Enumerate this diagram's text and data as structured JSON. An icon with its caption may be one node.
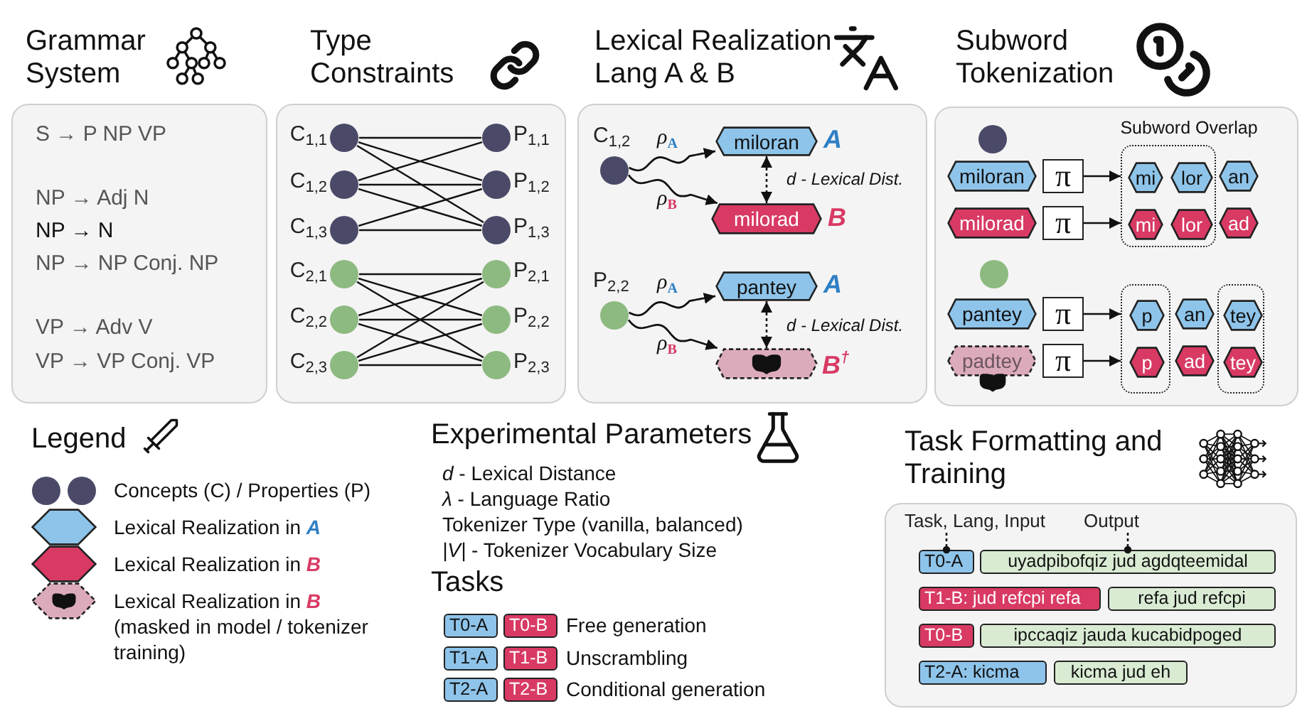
{
  "diagram": {
    "nodes": [
      {
        "text": [
          "Grammar System",
          "S → P NP VP",
          "NP → Adj N",
          "NP → N",
          "NP → NP Conj. NP",
          "VP → Adv V",
          "VP → VP Conj. VP"
        ]
      },
      {
        "text": [
          "Type Constraints"
        ]
      },
      {
        "text": [],
        "shape": "circle",
        "in": 1,
        "beside": [
          "C$_{1,1}$"
        ]
      },
      {
        "text": [],
        "shape": "circle",
        "in": 1,
        "beside": [
          "C$_{1,2}$"
        ]
      },
      {
        "text": [],
        "shape": "circle",
        "in": 1,
        "beside": [
          "C$_{1,3}$"
        ]
      },
      {
        "text": [],
        "shape": "circle",
        "in": 1,
        "beside": [
          "C$_{2,1}$"
        ]
      },
      {
        "text": [],
        "shape": "circle",
        "in": 1,
        "beside": [
          "C$_{2,2}$"
        ]
      },
      {
        "text": [],
        "shape": "circle",
        "in": 1,
        "beside": [
          "C$_{2,3}$"
        ]
      },
      {
        "text": [],
        "shape": "circle",
        "in": 1,
        "beside": [
          "P$_{1,1}$"
        ]
      },
      {
        "text": [],
        "shape": "circle",
        "in": 1,
        "beside": [
          "P$_{1,2}$"
        ]
      },
      {
        "text": [],
        "shape": "circle",
        "in": 1,
        "beside": [
          "P$_{1,3}$"
        ]
      },
      {
        "text": [],
        "shape": "circle",
        "in": 1,
        "beside": [
          "P$_{2,1}$"
        ]
      },
      {
        "text": [],
        "shape": "circle",
        "in": 1,
        "beside": [
          "P$_{2,2}$"
        ]
      },
      {
        "text": [],
        "shape": "circle",
        "in": 1,
        "beside": [
          "P$_{2,3}$"
        ]
      },
      {
        "text": [
          "Lexical Realization Lang A & B"
        ]
      },
      {
        "text": [],
        "shape": "circle",
        "in": 14,
        "beside": [
          "C$_{1,2}$"
        ]
      },
      {
        "text": [
          "miloran"
        ],
        "in": 14,
        "beside": [
          "A"
        ]
      },
      {
        "text": [
          "milorad"
        ],
        "in": 14,
        "beside": [
          "B"
        ]
      },
      {
        "text": [],
        "shape": "circle",
        "in": 14,
        "beside": [
          "P$_{2,2}$"
        ]
      },
      {
        "text": [
          "pantey"
        ],
        "in": 14,
        "beside": [
          "A"
        ]
      },
      {
        "text": [],
        "shape": "hexagon",
        "in": 14,
        "beside": [
          "B$^{†}$"
        ]
      },
      {
        "text": [
          "Subword Tokenization"
        ]
      },
      {
        "text": [],
        "shape": "circle",
        "in": 21
      },
      {
        "text": [
          "miloran"
        ],
        "in": 21
      },
      {
        "text": [
          "π"
        ],
        "in": 21
      },
      {
        "text": [],
        "shape": "box",
        "in": 21
      },
      {
        "text": [
          "mi"
        ],
        "in": 25
      },
      {
        "text": [
          "lor"
        ],
        "in": 25
      },
      {
        "text": [
          "an"
        ],
        "in": 21
      },
      {
        "text": [
          "milorad"
        ],
        "in": 21
      },
      {
        "text": [
          "π"
        ],
        "in": 21
      },
      {
        "text": [
          "mi"
        ],
        "in": 25
      },
      {
        "text": [
          "lor"
        ],
        "in": 25
      },
      {
        "text": [
          "ad"
        ],
        "in": 21
      },
      {
        "text": [],
        "shape": "circle",
        "in": 21
      },
      {
        "text": [
          "pantey"
        ],
        "in": 21
      },
      {
        "text": [
          "π"
        ],
        "in": 21
      },
      {
        "text": [],
        "shape": "box",
        "in": 21
      },
      {
        "text": [
          "p"
        ],
        "in": 37
      },
      {
        "text": [
          "an"
        ],
        "in": 21
      },
      {
        "text": [],
        "shape": "box",
        "in": 21
      },
      {
        "text": [
          "tey"
        ],
        "in": 40
      },
      {
        "text": [
          "padtey"
        ],
        "in": 21
      },
      {
        "text": [
          "π"
        ],
        "in": 21
      },
      {
        "text": [
          "p"
        ],
        "in": 37
      },
      {
        "text": [
          "ad"
        ],
        "in": 21
      },
      {
        "text": [
          "tey"
        ],
        "in": 40
      },
      {
        "text": [
          "T0-A"
        ]
      },
      {
        "text": [
          "T0-B"
        ]
      },
      {
        "text": [
          "T1-A"
        ]
      },
      {
        "text": [
          "T1-B"
        ]
      },
      {
        "text": [
          "T2-A"
        ]
      },
      {
        "text": [
          "T2-B"
        ]
      },
      {
        "text": [
          "Task Formatting and Training"
        ]
      },
      {
        "text": [
          "Task, Lang, Input"
        ],
        "in": 53
      },
      {
        "text": [
          "Output"
        ],
        "in": 53
      },
      {
        "text": [
          "T0-A"
        ],
        "in": 53
      },
      {
        "text": [
          "uyadpibofqiz jud agdqteemidal"
        ],
        "in": 53
      },
      {
        "text": [
          "T1-B: jud refcpi refa"
        ],
        "in": 53
      },
      {
        "text": [
          "refa jud refcpi"
        ],
        "in": 53
      },
      {
        "text": [
          "T0-B"
        ],
        "in": 53
      },
      {
        "text": [
          "ipccaqiz jauda kucabidpoged"
        ],
        "in": 53
      },
      {
        "text": [
          "T2-A: kicma"
        ],
        "in": 53
      },
      {
        "text": [
          "kicma jud eh"
        ],
        "in": 53
      }
    ],
    "edges": [
      {
        "from": 2,
        "to": 8,
        "arrow": "none"
      },
      {
        "from": 2,
        "to": 9,
        "arrow": "none"
      },
      {
        "from": 2,
        "to": 10,
        "arrow": "none"
      },
      {
        "from": 3,
        "to": 8,
        "arrow": "none"
      },
      {
        "from": 3,
        "to": 9,
        "arrow": "none"
      },
      {
        "from": 3,
        "to": 10,
        "arrow": "none"
      },
      {
        "from": 4,
        "to": 9,
        "arrow": "none"
      },
      {
        "from": 4,
        "to": 10,
        "arrow": "none"
      },
      {
        "from": 5,
        "to": 11,
        "arrow": "none"
      },
      {
        "from": 5,
        "to": 12,
        "arrow": "none"
      },
      {
        "from": 5,
        "to": 13,
        "arrow": "none"
      },
      {
        "from": 6,
        "to": 11,
        "arrow": "none"
      },
      {
        "from": 6,
        "to": 12,
        "arrow": "none"
      },
      {
        "from": 6,
        "to": 13,
        "arrow": "none"
      },
      {
        "from": 7,
        "to": 11,
        "arrow": "none"
      },
      {
        "from": 7,
        "to": 12,
        "arrow": "none"
      },
      {
        "from": 7,
        "to": 13,
        "arrow": "none"
      },
      {
        "from": 15,
        "to": 16,
        "arrow": "to",
        "label": "ρ$_{A}$"
      },
      {
        "from": 15,
        "to": 17,
        "arrow": "to",
        "label": "ρ$_{B}$"
      },
      {
        "from": 16,
        "to": 17,
        "arrow": "both",
        "style": "dashed",
        "label": "d - Lexical Dist."
      },
      {
        "from": 18,
        "to": 19,
        "arrow": "to",
        "label": "ρ$_{A}$"
      },
      {
        "from": 18,
        "to": 20,
        "arrow": "to",
        "label": "ρ$_{B}$"
      },
      {
        "from": 19,
        "to": 20,
        "arrow": "both",
        "style": "dashed",
        "label": "d - Lexical Dist."
      },
      {
        "from": 24,
        "to": 25,
        "arrow": "to"
      },
      {
        "from": 30,
        "to": 25,
        "arrow": "to"
      },
      {
        "from": 36,
        "to": 37,
        "arrow": "to"
      },
      {
        "from": 43,
        "to": 37,
        "arrow": "to"
      },
      {
        "from": 54,
        "to": 56,
        "arrow": "other",
        "style": "dashed"
      },
      {
        "from": 55,
        "to": 57,
        "arrow": "other",
        "style": "dashed"
      }
    ],
    "labels": [
      "Subword Overlap",
      "Legend",
      "Experimental Parameters",
      "*d* - Lexical Distance",
      "*λ* - Language Ratio",
      "Tokenizer Type (vanilla, balanced)",
      "*|V|* - Tokenizer Vocabulary Size",
      "Tasks",
      "Free generation",
      "Unscrambling",
      "Conditional generation"
    ],
    "legend": [
      {
        "text": "Concepts (C) / Properties (P)"
      },
      {
        "text": "Lexical Realization in *A*"
      },
      {
        "text": "Lexical Realization in *B*"
      },
      {
        "text": "Lexical Realization in *B* (masked in model / tokenizer training)"
      }
    ]
  }
}
